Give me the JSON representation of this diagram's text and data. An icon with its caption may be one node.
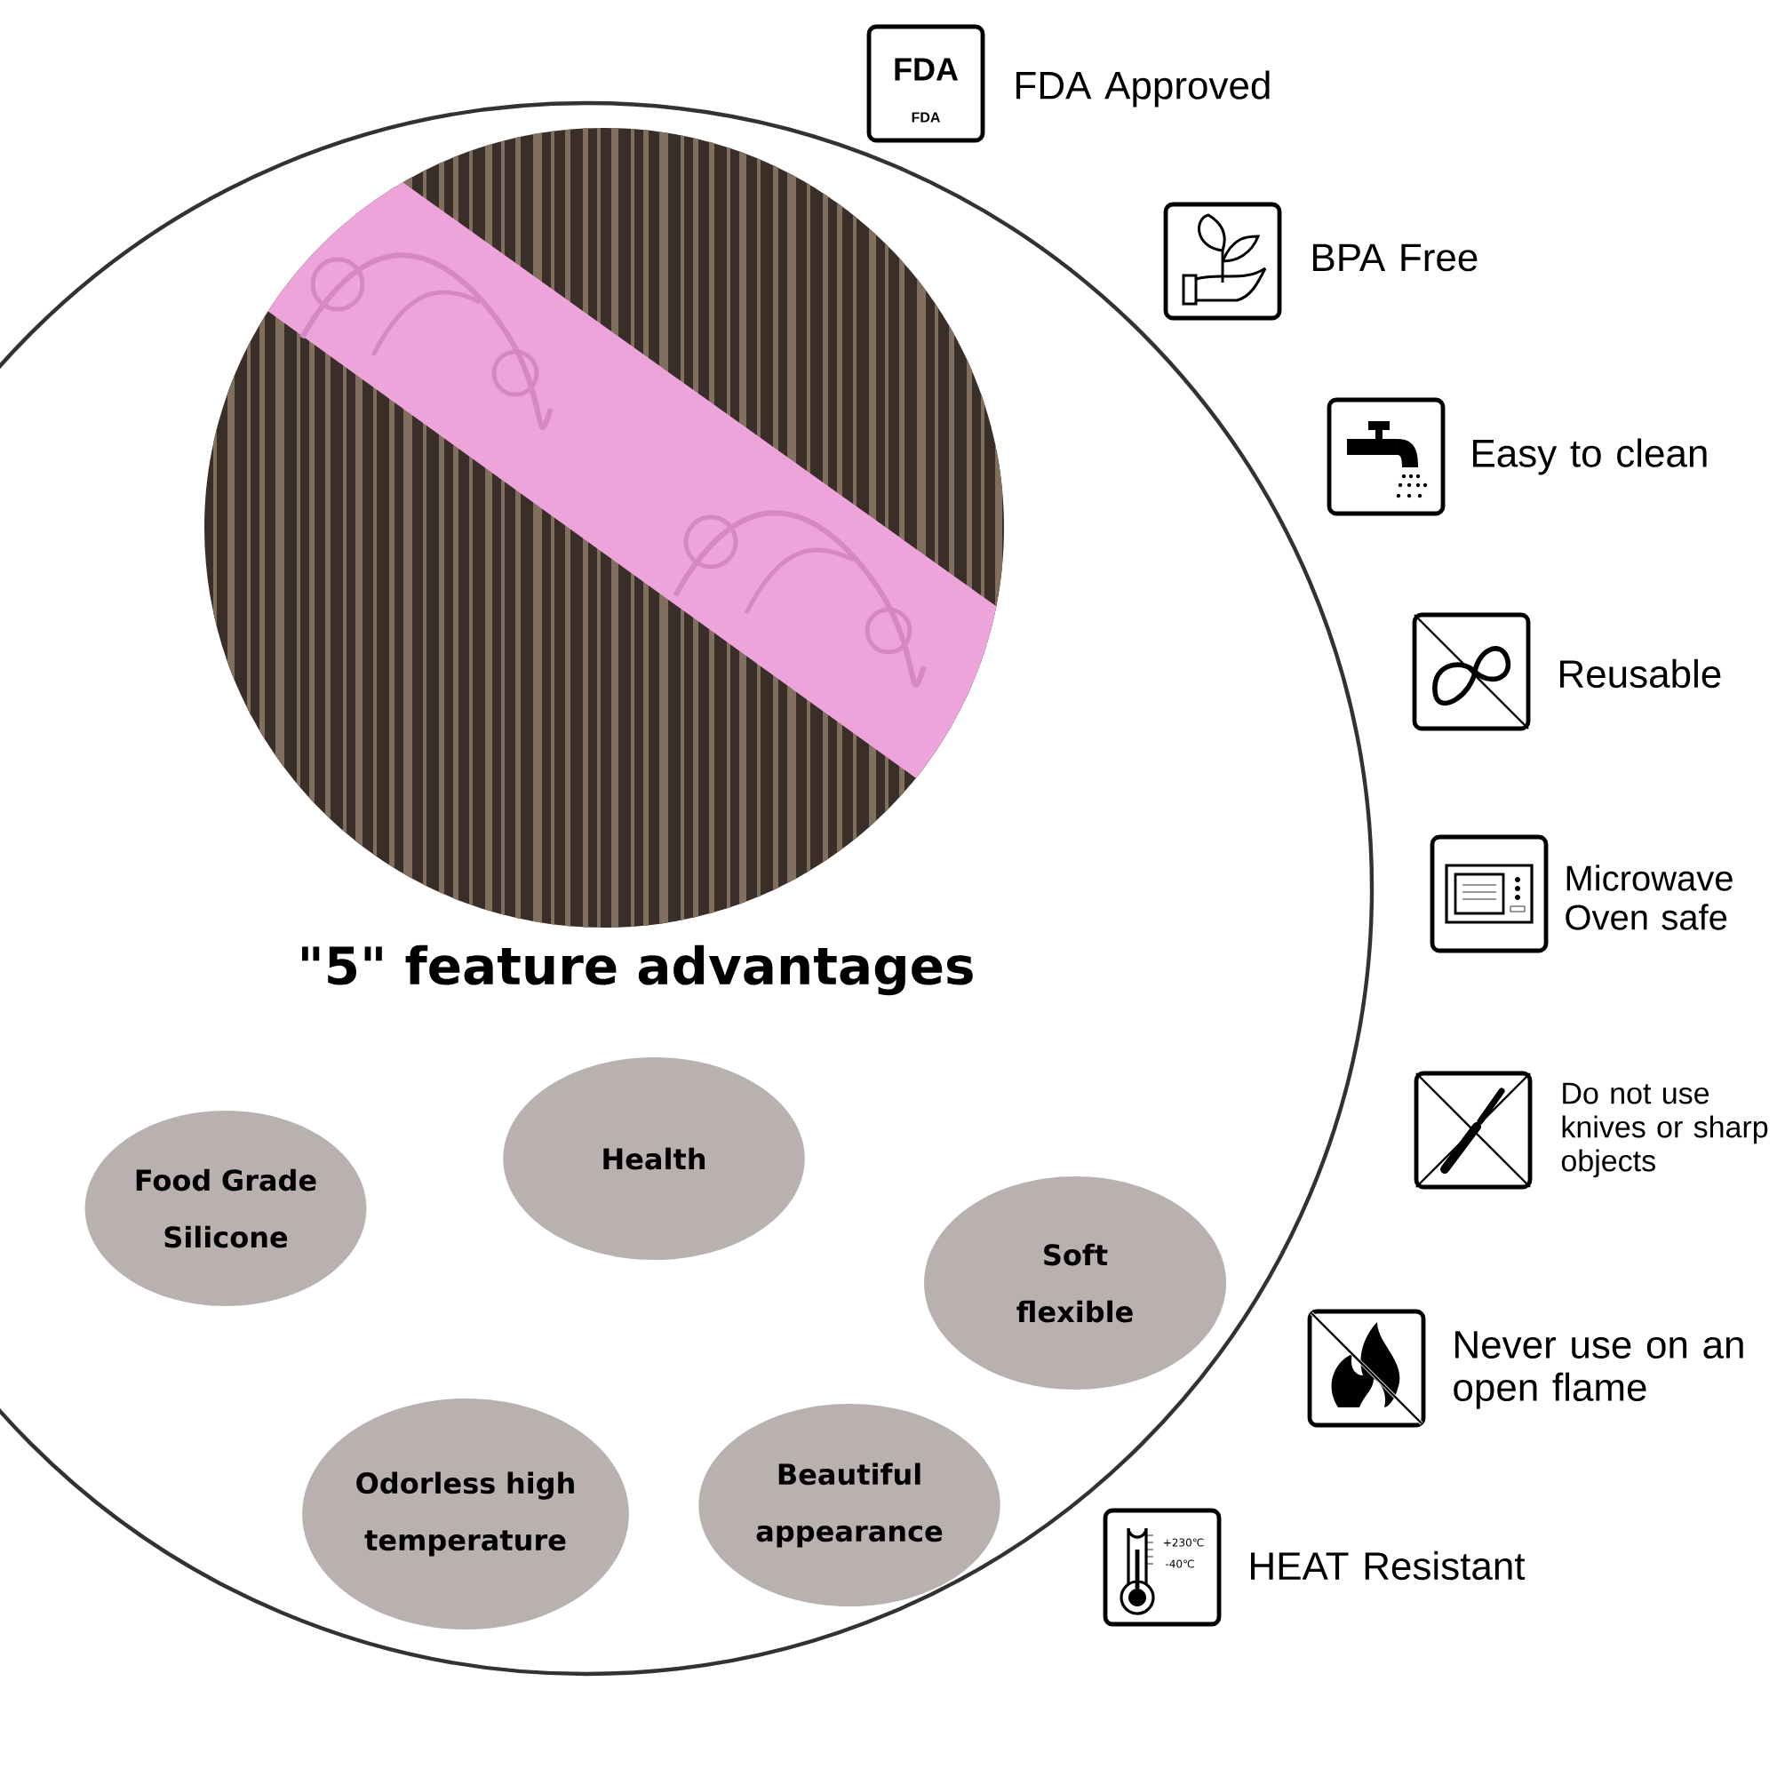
{
  "diagram": {
    "title": "\"5\" feature advantages",
    "nodes": [
      {
        "text": [
          "Food Grade Silicone"
        ]
      },
      {
        "text": [
          "Health"
        ]
      },
      {
        "text": [
          "Soft flexible"
        ]
      },
      {
        "text": [
          "Odorless high temperature"
        ]
      },
      {
        "text": [
          "Beautiful appearance"
        ]
      }
    ],
    "labels": [
      "FDA",
      "FDA",
      "FDA Approved",
      "BPA Free",
      "Easy to clean",
      "Reusable",
      "Microwave Oven safe",
      "Do not use knives or sharp objects",
      "Never use on an open flame",
      "+230℃",
      "-40℃",
      "HEAT Resistant"
    ]
  }
}
